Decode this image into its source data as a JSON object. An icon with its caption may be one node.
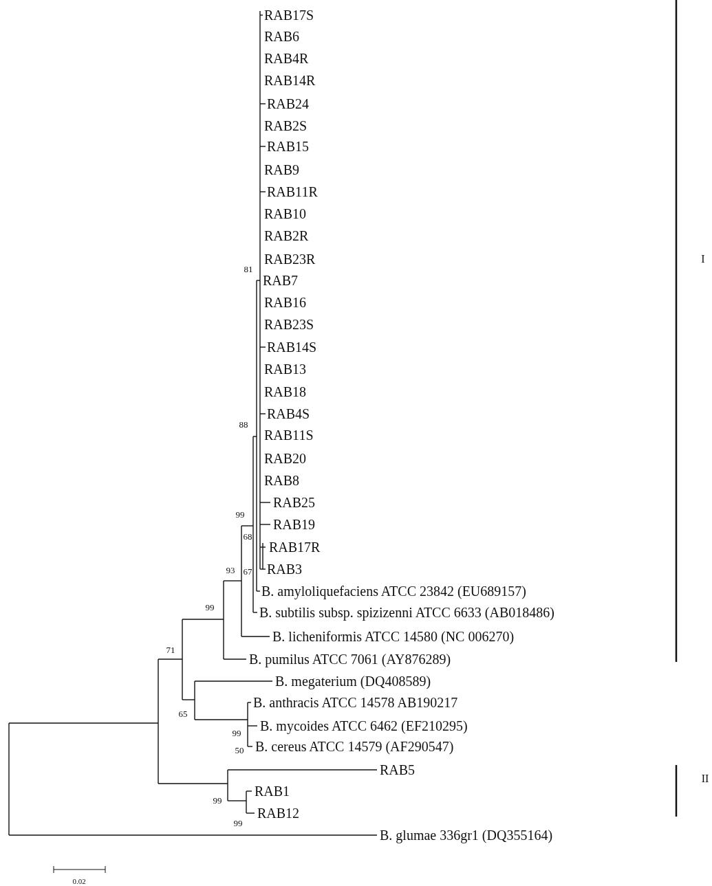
{
  "diagram": {
    "labels": [
      "RAB17S",
      "RAB6",
      "RAB4R",
      "RAB14R",
      "RAB24",
      "RAB2S",
      "RAB15",
      "RAB9",
      "RAB11R",
      "RAB10",
      "RAB2R",
      "RAB23R",
      "I",
      "81",
      "RAB7",
      "RAB16",
      "RAB23S",
      "RAB14S",
      "RAB13",
      "RAB18",
      "RAB4S",
      "88",
      "RAB11S",
      "RAB20",
      "RAB8",
      "RAB25",
      "99",
      "RAB19",
      "68",
      "RAB17R",
      "93",
      "67",
      "RAB3",
      "B. amyloliquefaciens ATCC 23842 (EU689157)",
      "99",
      "B. subtilis subsp. spizizenni ATCC 6633 (AB018486)",
      "B. licheniformis ATCC 14580 (NC 006270)",
      "71",
      "B. pumilus ATCC 7061 (AY876289)",
      "B. megaterium (DQ408589)",
      "B. anthracis ATCC 14578 AB190217",
      "65",
      "B. mycoides ATCC 6462 (EF210295)",
      "99",
      "B. cereus ATCC 14579 (AF290547)",
      "50",
      "RAB5",
      "II",
      "RAB1",
      "99",
      "RAB12",
      "99",
      "B. glumae 336gr1 (DQ355164)",
      "0.02"
    ]
  }
}
